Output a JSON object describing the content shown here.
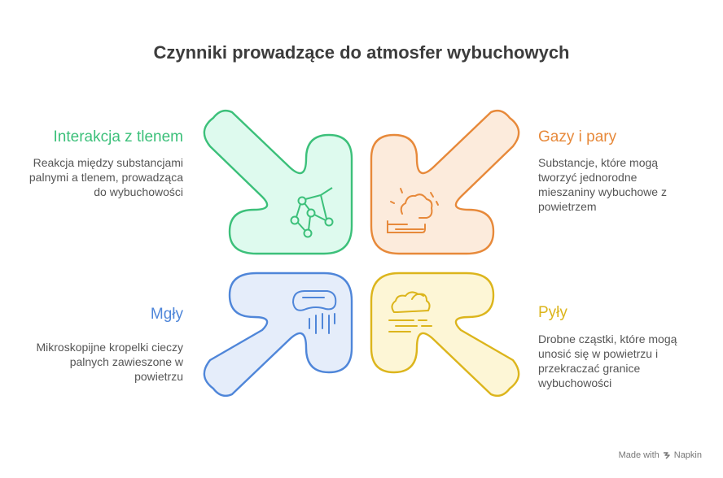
{
  "title": "Czynniki prowadzące do atmosfer wybuchowych",
  "quadrants": {
    "top_left": {
      "heading": "Interakcja z tlenem",
      "description": "Reakcja między substancjami palnymi a tlenem, prowadząca do wybuchowości",
      "icon": "molecule-icon",
      "color": "#3cc07a",
      "fill": "#defaee"
    },
    "top_right": {
      "heading": "Gazy i pary",
      "description": "Substancje, które mogą tworzyć jednorodne mieszaniny wybuchowe z powietrzem",
      "icon": "vapor-icon",
      "color": "#e7893a",
      "fill": "#fcebdc"
    },
    "bottom_left": {
      "heading": "Mgły",
      "description": "Mikroskopijne kropelki cieczy palnych zawieszone w powietrzu",
      "icon": "mist-icon",
      "color": "#4f86d9",
      "fill": "#e5edfa"
    },
    "bottom_right": {
      "heading": "Pyły",
      "description": "Drobne cząstki, które mogą unosić się w powietrzu i przekraczać granice wybuchowości",
      "icon": "dust-cloud-icon",
      "color": "#dcb51c",
      "fill": "#fdf6d6"
    }
  },
  "footer": {
    "made_with": "Made with",
    "brand": "Napkin",
    "brand_icon": "napkin-logo-icon"
  }
}
